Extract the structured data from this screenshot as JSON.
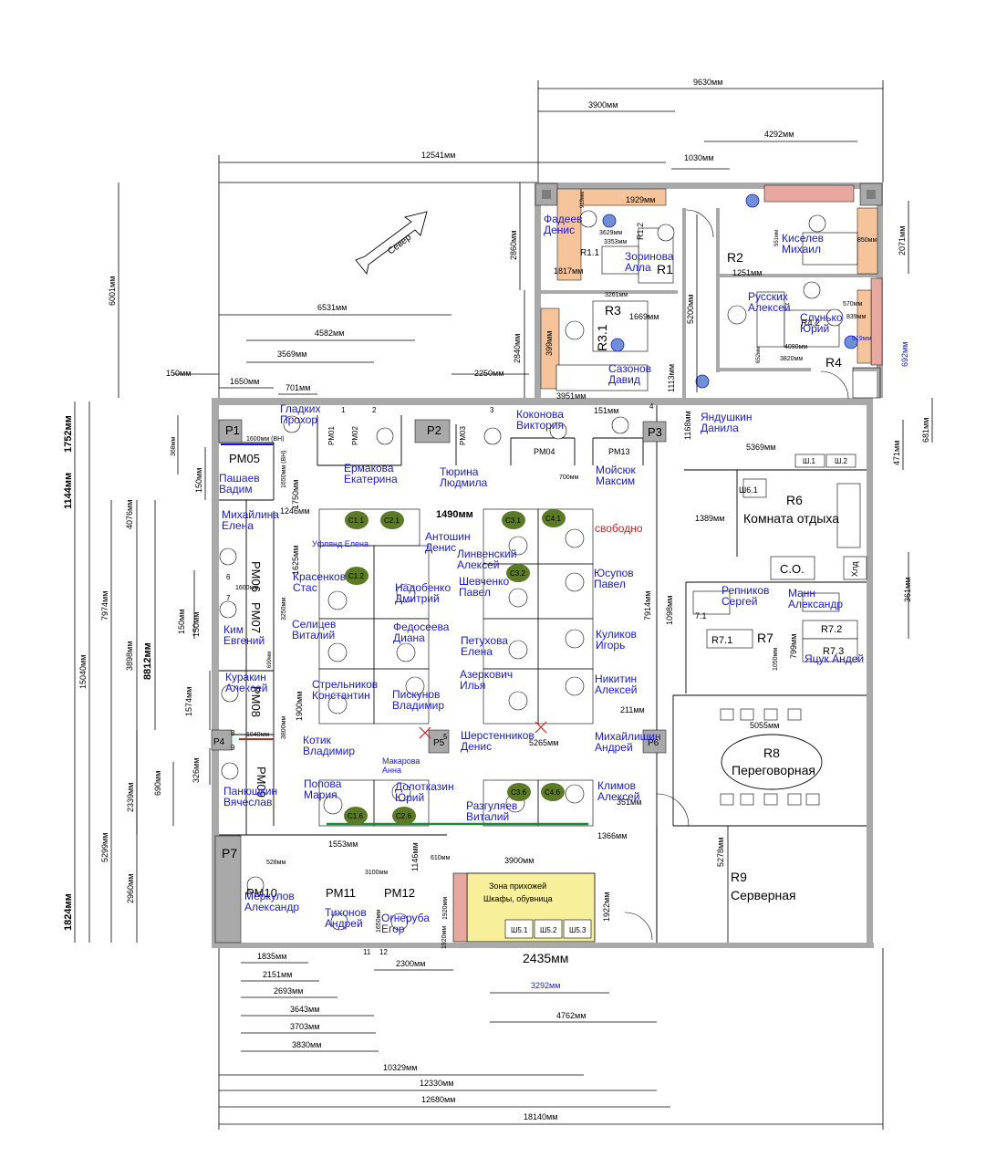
{
  "dims": {
    "top": [
      "9630мм",
      "3900мм",
      "4292мм",
      "12541мм",
      "1030мм",
      "6531мм",
      "4582мм",
      "3569мм",
      "1650мм",
      "701мм",
      "150мм",
      "2250мм"
    ],
    "bottom": [
      "1835мм",
      "2151мм",
      "2693мм",
      "3643мм",
      "3703мм",
      "3830мм",
      "10329мм",
      "12330мм",
      "12680мм",
      "18140мм",
      "2300мм",
      "4762мм"
    ],
    "bottom_blue": "3292мм",
    "bottom_bold": "2435мм",
    "left_vertical": [
      "6001мм",
      "1752мм",
      "1144мм",
      "4076мм",
      "7974мм",
      "3898мм",
      "8812мм",
      "15040мм",
      "2339мм",
      "5299мм",
      "2960мм",
      "1824мм",
      "368мм",
      "150мм",
      "1750мм",
      "1625мм",
      "3250мм",
      "150мм",
      "150мм",
      "1574мм",
      "326мм",
      "690мм",
      "1900мм",
      "3800мм"
    ],
    "right_vertical": [
      "2071мм",
      "681мм",
      "471мм",
      "361мм",
      "692мм",
      "5200мм",
      "7914мм",
      "1098мм",
      "5278мм",
      "1922мм",
      "2860мм",
      "2840мм",
      "399мм",
      "1113мм",
      "1168мм"
    ],
    "misc": [
      "1929мм",
      "3629мм",
      "3353мм",
      "1817мм",
      "3261мм",
      "1669мм",
      "3951мм",
      "1251мм",
      "4090мм",
      "3820мм",
      "151мм",
      "5369мм",
      "700мм",
      "1389мм",
      "211мм",
      "5055мм",
      "5265мм",
      "1366мм",
      "351мм",
      "1553мм",
      "3100мм",
      "3900мм",
      "1490мм",
      "1246мм",
      "1600мм (ВН)",
      "1600мм",
      "1040мм",
      "528мм",
      "610мм",
      "1146мм",
      "1650мм",
      "1920мм",
      "919мм",
      "551мм",
      "850мм",
      "570мм",
      "839мм",
      "919мм",
      "652мм",
      "799мм",
      "1050мм",
      "699мм",
      "1650мм (ВН)",
      "1920мм"
    ]
  },
  "compass": "Север",
  "markers": [
    "1",
    "2",
    "3",
    "4",
    "5",
    "6",
    "7",
    "8",
    "9",
    "11",
    "12",
    "7.1"
  ],
  "zones": {
    "P1": "P1",
    "P2": "P2",
    "P3": "P3",
    "P4": "P4",
    "P5": "P5",
    "P6": "P6",
    "P7": "P7",
    "R1": "R1",
    "R11": "R1.1",
    "R12": "R1.2",
    "R2": "R2",
    "R3": "R3",
    "R31": "R3.1",
    "R4": "R4",
    "R42": "R4.2",
    "R6": "R6",
    "R6_title": "Комната отдыха",
    "CO": "С.О.",
    "hld": "Хлд",
    "sh61": "Ш6.1",
    "sh1": "Ш.1",
    "sh2": "Ш.2",
    "R7": "R7",
    "R71": "R7.1",
    "R72": "R7.2",
    "R73": "R7.3",
    "R8": "R8",
    "R8_title": "Переговорная",
    "R9": "R9",
    "R9_title": "Серверная",
    "PM01": "PM01",
    "PM02": "PM02",
    "PM03": "PM03",
    "PM04": "PM04",
    "PM05": "PM05",
    "PM06": "PM06",
    "PM07": "PM07",
    "PM08": "PM08",
    "PM09": "PM09",
    "PM10": "PM10",
    "PM11": "PM11",
    "PM12": "PM12",
    "PM13": "PM13",
    "hall": "Зона прихожей\nШкафы, обувница",
    "sh51": "Ш5.1",
    "sh52": "Ш5.2",
    "sh53": "Ш5.3",
    "free": "свободно"
  },
  "circles": [
    "C1.1",
    "C2.1",
    "C3.1",
    "C4.1",
    "C1.2",
    "C3.2",
    "C1.6",
    "C2.6",
    "C3.6",
    "C4.6"
  ],
  "people": {
    "fadeev": "Фадеев\nДенис",
    "zorinova": "Зоринова\nАлла",
    "kiselev": "Киселев\nМихаил",
    "russkikh": "Русских\nАлексей",
    "slunko": "Слунько\nЮрий",
    "sazonov": "Сазонов\nДавид",
    "kokonova": "Коконова\nВиктория",
    "yandushkin": "Яндушкин\nДанила",
    "gladkikh": "Гладких\nПрохор",
    "ermakova": "Ермакова\nЕкатерина",
    "tyurina": "Тюрина\nЛюдмила",
    "moysyuk": "Мойсюк\nМаксим",
    "pashaev": "Пашаев\nВадим",
    "mikhailina": "Михайлина\nЕлена",
    "ufland": "Уфлянд Елена",
    "antoshin": "Антошин\nДенис",
    "linvenskiy": "Линвенский\nАлексей",
    "shevchenko": "Шевченко\nПавел",
    "yusupov": "Юсупов\nПавел",
    "krasenkov": "Красенков\nСтас",
    "nadobenko": "Надобенко\nДмитрий",
    "kim": "Ким\nЕвгений",
    "selitsev": "Селицев\nВиталий",
    "fedoseeva": "Федосеева\nДиана",
    "petukhova": "Петухова\nЕлена",
    "kulikov": "Куликов\nИгорь",
    "azerkovich": "Азеркович\nИлья",
    "kurakin": "Куракин\nАлексей",
    "strelnikov": "Стрельников\nКонстантин",
    "piskunov": "Пискунов\nВладимир",
    "nikitin": "Никитин\nАлексей",
    "shertsennikov": "Шерстенников\nДенис",
    "mikhailishin": "Михайлишин\nАндрей",
    "kotik": "Котик\nВладимир",
    "makarova": "Макарова\nАнна",
    "panyushkin": "Панюшкин\nВячеслав",
    "popova": "Попова\nМария",
    "dolotkazin": "Долотказин\nЮрий",
    "razgulyaev": "Разгуляев\nВиталий",
    "klimov": "Климов\nАлексей",
    "merkulov": "Меркулов\nАлександр",
    "tikhonov": "Тихонов\nАндрей",
    "ogneruba": "Огнеруба\nЕгор",
    "repnikov": "Репников\nСергей",
    "mann": "Манн\nАлександр",
    "yatsuk": "Яцук Андей"
  },
  "colors": {
    "wall": "#a9a9a9",
    "orange": "#f5c49a",
    "pink": "#e8a8a0",
    "green": "#5a7a23",
    "yellow": "#f7ef9a",
    "blue": "#1a1ad6",
    "red": "#d42020",
    "greenline": "#1a8a3a"
  }
}
